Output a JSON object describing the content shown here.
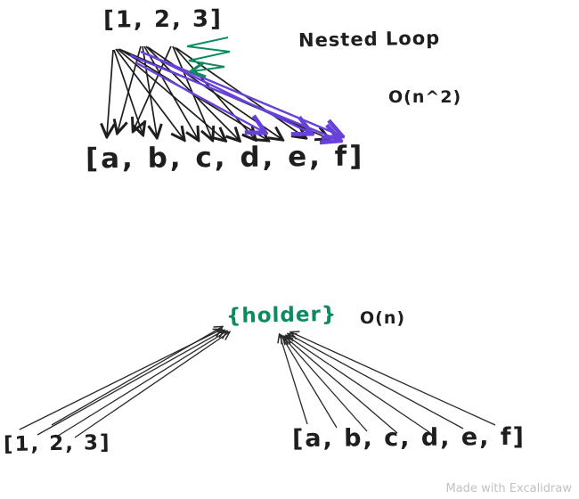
{
  "top": {
    "source_list": "[1, 2, 3]",
    "target_list": "[a, b, c, d, e, f]",
    "title": "Nested Loop",
    "complexity": "O(n^2)"
  },
  "bottom": {
    "holder": "{holder}",
    "complexity": "O(n)",
    "left_list": "[1, 2, 3]",
    "right_list": "[a, b, c, d, e, f]"
  },
  "watermark": "Made with Excalidraw",
  "colors": {
    "stroke": "#1e1e1e",
    "purple": "#6741d9",
    "green": "#0e8a60",
    "watermark": "#c2c2c2"
  }
}
